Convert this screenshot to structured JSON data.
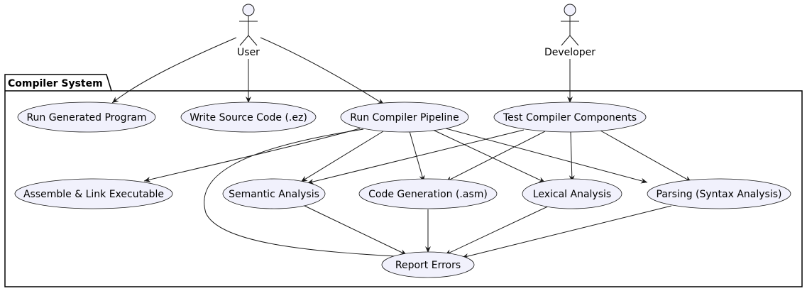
{
  "package": {
    "title": "Compiler System"
  },
  "actors": {
    "user": {
      "label": "User"
    },
    "developer": {
      "label": "Developer"
    }
  },
  "use_cases": {
    "run_generated": {
      "label": "Run Generated Program"
    },
    "write_source": {
      "label": "Write Source Code (.ez)"
    },
    "run_pipeline": {
      "label": "Run Compiler Pipeline"
    },
    "test_components": {
      "label": "Test Compiler Components"
    },
    "assemble_link": {
      "label": "Assemble & Link Executable"
    },
    "semantic": {
      "label": "Semantic Analysis"
    },
    "codegen": {
      "label": "Code Generation (.asm)"
    },
    "lexical": {
      "label": "Lexical Analysis"
    },
    "parsing": {
      "label": "Parsing (Syntax Analysis)"
    },
    "report_errors": {
      "label": "Report Errors"
    }
  },
  "relations": [
    {
      "from": "user",
      "to": "run_generated"
    },
    {
      "from": "user",
      "to": "write_source"
    },
    {
      "from": "user",
      "to": "run_pipeline"
    },
    {
      "from": "developer",
      "to": "test_components"
    },
    {
      "from": "run_pipeline",
      "to": "assemble_link"
    },
    {
      "from": "run_pipeline",
      "to": "report_errors"
    },
    {
      "from": "run_pipeline",
      "to": "semantic"
    },
    {
      "from": "run_pipeline",
      "to": "codegen"
    },
    {
      "from": "run_pipeline",
      "to": "lexical"
    },
    {
      "from": "run_pipeline",
      "to": "parsing"
    },
    {
      "from": "test_components",
      "to": "semantic"
    },
    {
      "from": "test_components",
      "to": "codegen"
    },
    {
      "from": "test_components",
      "to": "lexical"
    },
    {
      "from": "test_components",
      "to": "parsing"
    },
    {
      "from": "semantic",
      "to": "report_errors"
    },
    {
      "from": "codegen",
      "to": "report_errors"
    },
    {
      "from": "lexical",
      "to": "report_errors"
    },
    {
      "from": "parsing",
      "to": "report_errors"
    }
  ],
  "colors": {
    "use_case_fill": "#F1F1FC",
    "stroke": "#181818"
  }
}
